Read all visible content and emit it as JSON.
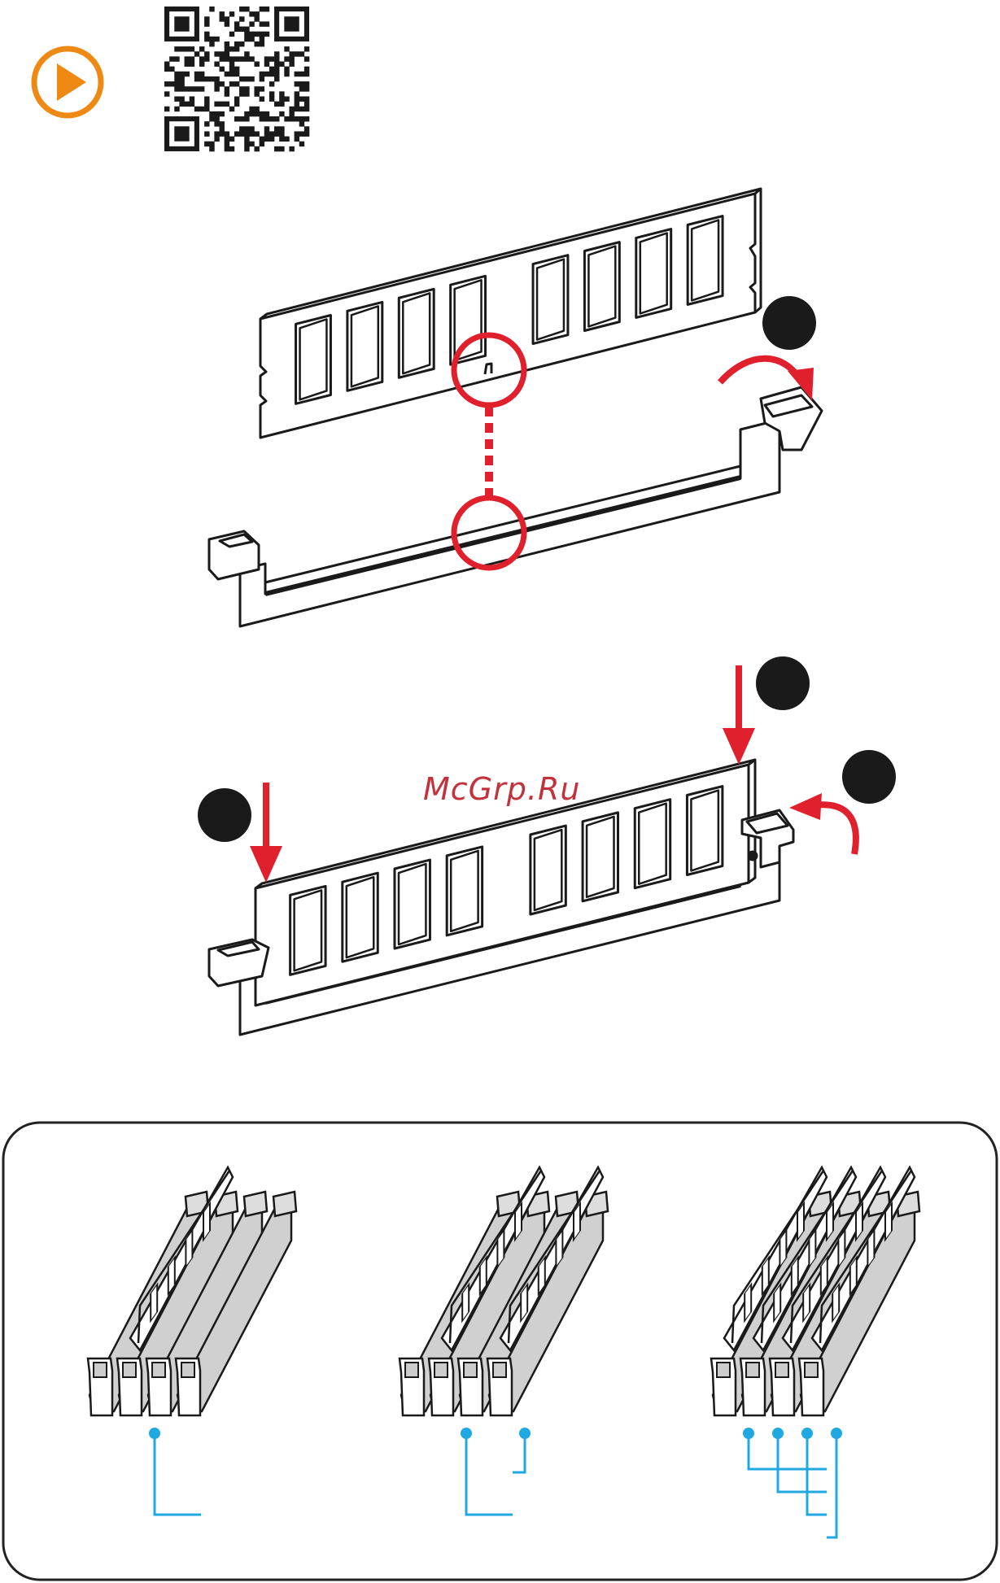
{
  "watermark": "McGrp.Ru",
  "colors": {
    "accent_orange": "#ee8a14",
    "arrow_red": "#e1202e",
    "watermark_red": "#c3313b",
    "callout_blue": "#20a9e1",
    "line_black": "#1a1a1a",
    "panel_border": "#222222"
  },
  "icons": {
    "play": "play-icon",
    "qr": "qr-code-icon"
  },
  "steps": {
    "insert_tab_open": "step-circle",
    "press_left": "step-circle",
    "press_right": "step-circle",
    "latch_close": "step-circle"
  },
  "configurations": [
    {
      "modules": 1
    },
    {
      "modules": 2
    },
    {
      "modules": 4
    }
  ]
}
